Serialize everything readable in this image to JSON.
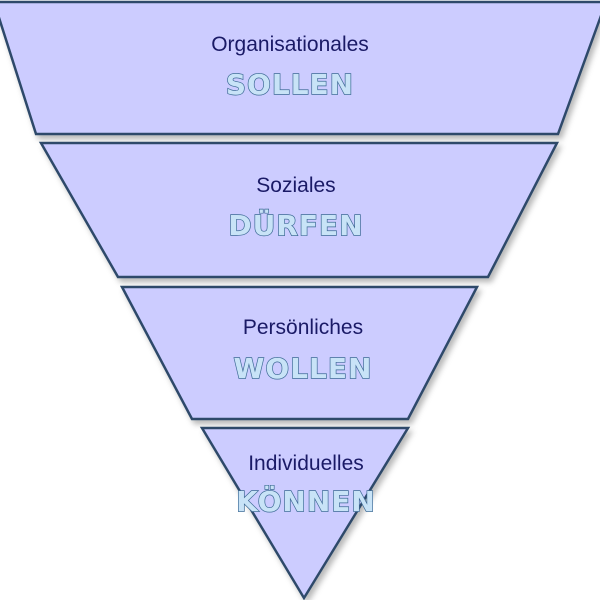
{
  "diagram": {
    "fill_color": "#ccccff",
    "outline_color": "#2e4a6b",
    "levels": [
      {
        "small_label": "Organisationales",
        "big_label": "SOLLEN"
      },
      {
        "small_label": "Soziales",
        "big_label": "DÜRFEN"
      },
      {
        "small_label": "Persönliches",
        "big_label": "WOLLEN"
      },
      {
        "small_label": "Individuelles",
        "big_label": "KÖNNEN"
      }
    ]
  }
}
